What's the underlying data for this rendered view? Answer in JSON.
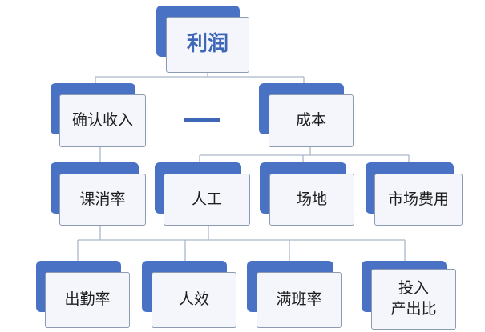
{
  "diagram": {
    "root": {
      "label": "利润"
    },
    "operator": "—",
    "level1": [
      {
        "id": "revenue",
        "label": "确认收入"
      },
      {
        "id": "cost",
        "label": "成本"
      }
    ],
    "level2": [
      {
        "id": "consumption",
        "label": "课消率"
      },
      {
        "id": "labor",
        "label": "人工"
      },
      {
        "id": "venue",
        "label": "场地"
      },
      {
        "id": "marketing",
        "label": "市场费用"
      }
    ],
    "level3": [
      {
        "id": "attendance",
        "label": "出勤率"
      },
      {
        "id": "efficiency",
        "label": "人效"
      },
      {
        "id": "fullclass",
        "label": "满班率"
      },
      {
        "id": "roi",
        "label": "投入\n产出比"
      }
    ]
  },
  "colors": {
    "accent": "#4a72c4",
    "node_fill": "#f4f6fb",
    "connector": "#aab6cc"
  }
}
